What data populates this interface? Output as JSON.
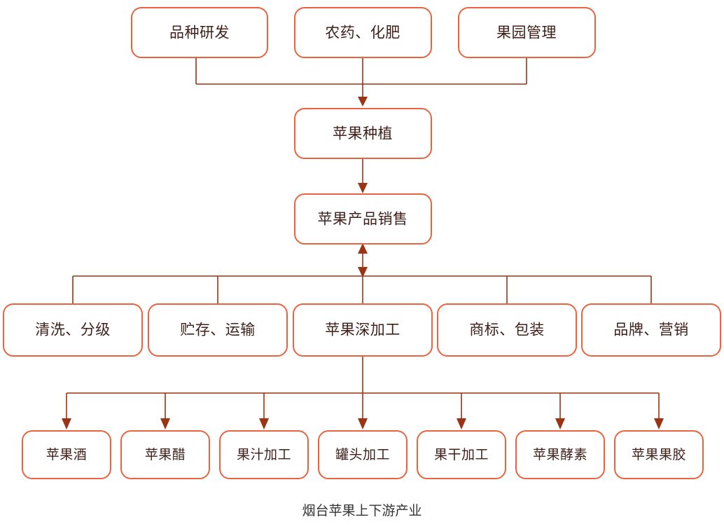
{
  "caption": "烟台苹果上下游产业",
  "colors": {
    "box_border": "#e8643f",
    "box_fill": "#ffffff",
    "label_text": "#40201a",
    "connector": "#9c3312",
    "caption_text": "#333333",
    "background": "#ffffff"
  },
  "rows": {
    "inputs": {
      "items": [
        {
          "label": "品种研发"
        },
        {
          "label": "农药、化肥"
        },
        {
          "label": "果园管理"
        }
      ]
    },
    "core": {
      "items": [
        {
          "label": "苹果种植"
        },
        {
          "label": "苹果产品销售"
        }
      ]
    },
    "services": {
      "items": [
        {
          "label": "清洗、分级"
        },
        {
          "label": "贮存、运输"
        },
        {
          "label": "苹果深加工"
        },
        {
          "label": "商标、包装"
        },
        {
          "label": "品牌、营销"
        }
      ]
    },
    "processing": {
      "items": [
        {
          "label": "苹果酒"
        },
        {
          "label": "苹果醋"
        },
        {
          "label": "果汁加工"
        },
        {
          "label": "罐头加工"
        },
        {
          "label": "果干加工"
        },
        {
          "label": "苹果酵素"
        },
        {
          "label": "苹果果胶"
        }
      ]
    }
  }
}
